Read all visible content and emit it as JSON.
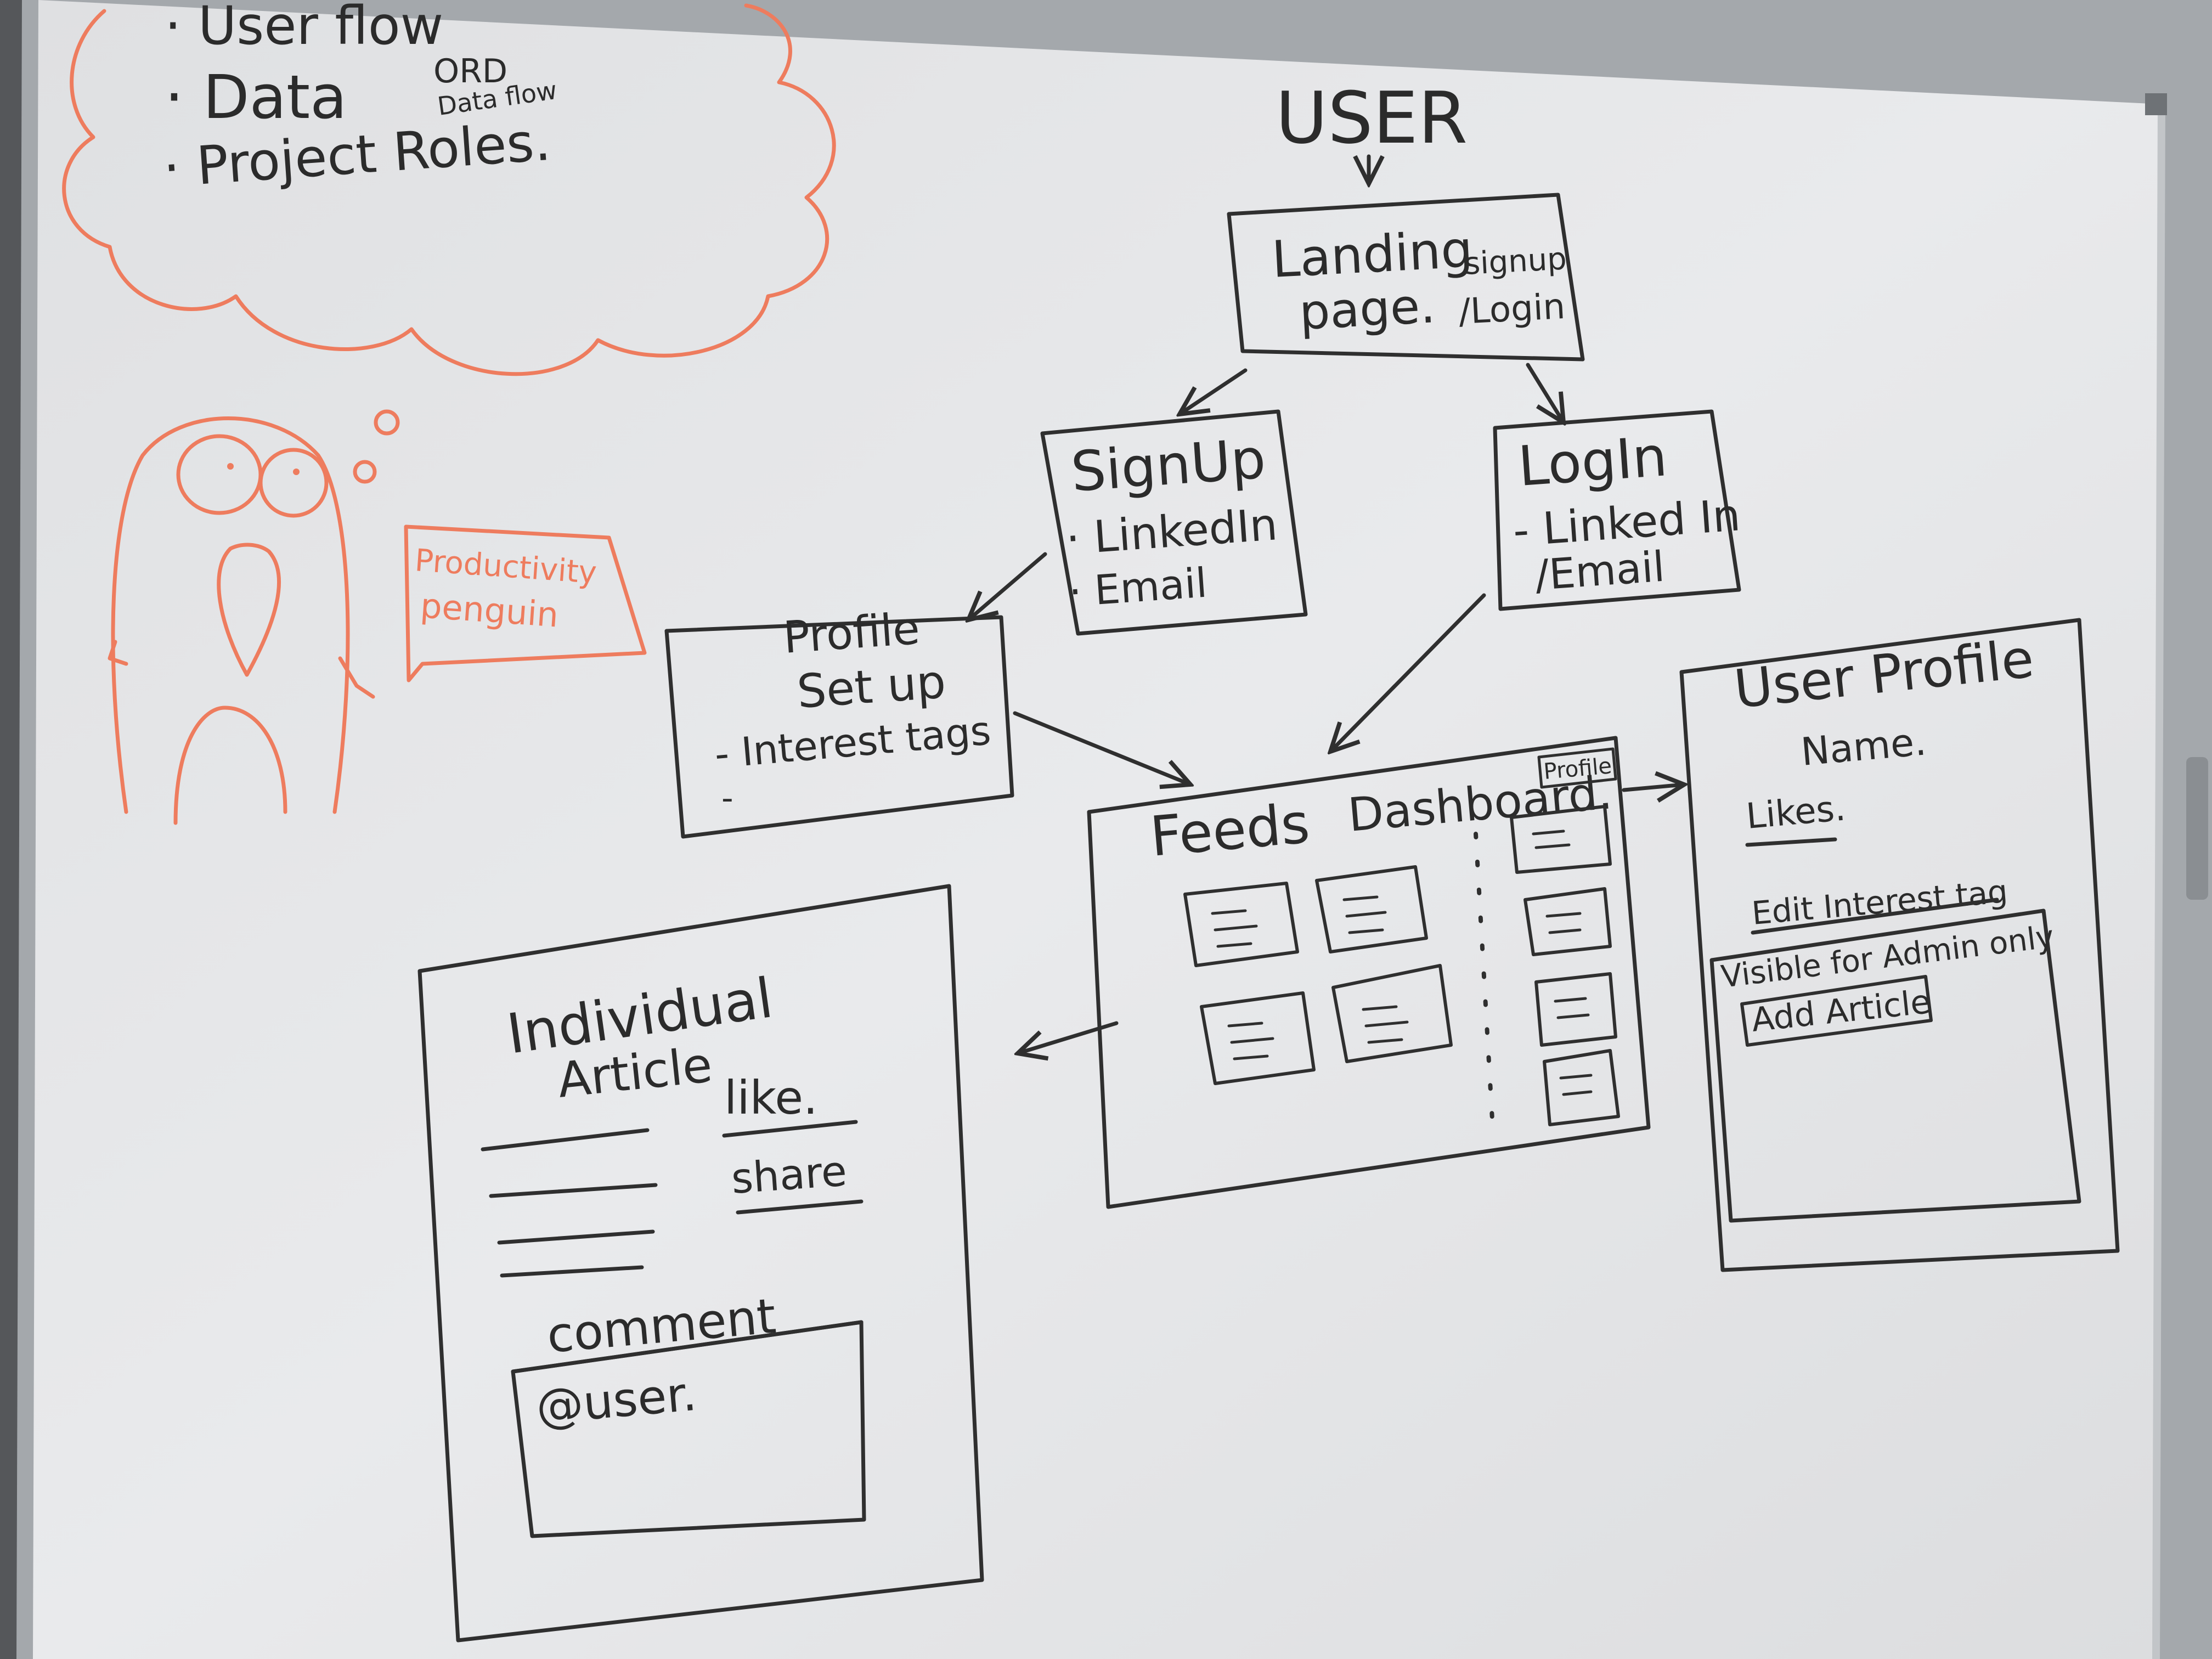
{
  "colors": {
    "board": "#e4e5e7",
    "frame": "#9ea3a8",
    "marker_black": "#2b2b2b",
    "marker_orange": "#ee7c5e"
  },
  "cloud_notes": {
    "items": [
      "· User flow",
      "· Data",
      "· Project Roles."
    ],
    "data_annotation_1": "ORD",
    "data_annotation_2": "Data flow"
  },
  "mascot": {
    "speech_line1": "Productivity",
    "speech_line2": "penguin"
  },
  "user_label": "USER",
  "landing": {
    "line1": "Landing",
    "line2": "page.",
    "side1": "signup",
    "side2": "/Login"
  },
  "signup": {
    "title": "SignUp",
    "item1": "· LinkedIn",
    "item2": "· Email"
  },
  "login": {
    "title": "LogIn",
    "item1": "- Linked In",
    "item2": "/Email"
  },
  "profile_setup": {
    "line1": "Profile",
    "line2": "Set up",
    "item1": "- Interest tags",
    "item2": "-"
  },
  "feeds": {
    "title": "Feeds",
    "dashboard": "Dashboard.",
    "profile_tab": "Profile"
  },
  "user_profile": {
    "title": "User Profile",
    "name": "Name.",
    "likes": "Likes.",
    "edit": "Edit Interest tag",
    "admin": "Visible for Admin only",
    "add_article": "Add Article"
  },
  "article": {
    "line1": "Individual",
    "line2": "Article",
    "like": "like.",
    "share": "share",
    "comment": "comment",
    "user_ref": "@user."
  }
}
